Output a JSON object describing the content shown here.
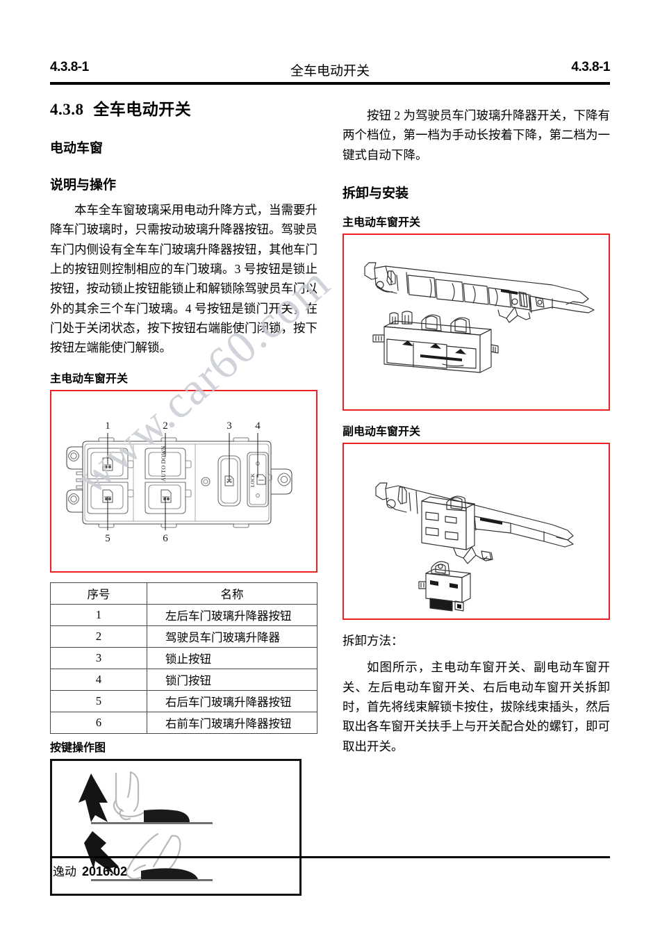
{
  "document": {
    "running_head": {
      "left": "4.3.8-1",
      "center": "全车电动开关",
      "right": "4.3.8-1"
    },
    "footer": {
      "model": "逸动",
      "date": "2016.02"
    },
    "watermark": "www.car60.com"
  },
  "colors": {
    "figure_border_red": "#ed2024",
    "figure_border_black": "#111111",
    "text": "#000000",
    "watermark": "#c9ccd4"
  },
  "left_column": {
    "section_number": "4.3.8",
    "section_title": "全车电动开关",
    "heading_power_window": "电动车窗",
    "heading_description": "说明与操作",
    "paragraph_1": "本车全车窗玻璃采用电动升降方式，当需要升降车门玻璃时，只需按动玻璃升降器按钮。驾驶员车门内侧设有全车车门玻璃升降器按钮，其他车门上的按钮则控制相应的车门玻璃。3 号按钮是锁止按钮，按动锁止按钮能锁止和解锁除驾驶员车门以外的其余三个车门玻璃。4 号按钮是锁门开关，在门处于关闭状态，按下按钮右端能使门闭锁，按下按钮左端能使门解锁。",
    "figure_main_switch_label": "主电动车窗开关",
    "figure_keypress_label": "按键操作图",
    "switch_panel": {
      "callouts": [
        "1",
        "2",
        "3",
        "4",
        "5",
        "6"
      ],
      "auto_down_text": "AUTO DOWN",
      "lock_text": "LOCK"
    },
    "table": {
      "headers": [
        "序号",
        "名称"
      ],
      "rows": [
        [
          "1",
          "左后车门玻璃升降器按钮"
        ],
        [
          "2",
          "驾驶员车门玻璃升降器"
        ],
        [
          "3",
          "锁止按钮"
        ],
        [
          "4",
          "锁门按钮"
        ],
        [
          "5",
          "右后车门玻璃升降器按钮"
        ],
        [
          "6",
          "右前车门玻璃升降器按钮"
        ]
      ]
    }
  },
  "right_column": {
    "paragraph_1": "按钮 2 为驾驶员车门玻璃升降器开关，下降有两个档位，第一档为手动长按着下降，第二档为一键式自动下降。",
    "heading_removal_install": "拆卸与安装",
    "figure_main_switch_label": "主电动车窗开关",
    "figure_aux_switch_label": "副电动车窗开关",
    "removal_method_label": "拆卸方法：",
    "paragraph_2": "如图所示，主电动车窗开关、副电动车窗开关、左后电动车窗开关、右后电动车窗开关拆卸时，首先将线束解锁卡按住，拔除线束插头，然后取出各车窗开关扶手上与开关配合处的螺钉，即可取出开关。"
  }
}
